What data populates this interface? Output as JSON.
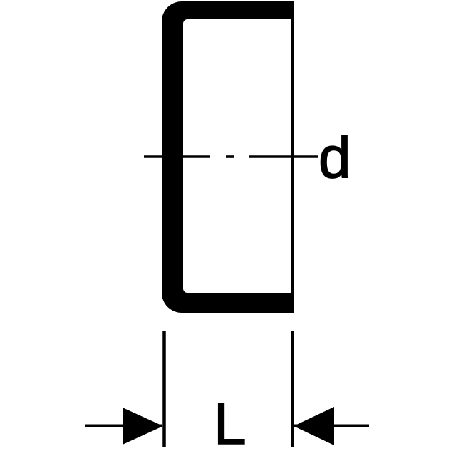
{
  "page": {
    "background_color": "#ffffff",
    "ink_color": "#000000"
  },
  "diagram": {
    "kind": "technical dimension drawing of a pipe end cap cross-section",
    "labels": {
      "diameter": "d",
      "length": "L"
    },
    "icons": {
      "left_arrow": "filled-triangle-pointing-right",
      "right_arrow": "filled-triangle-pointing-left"
    },
    "linework": {
      "centerline_style": "dash-dot",
      "extension_lines": 2,
      "dimension_lines": 2
    }
  }
}
